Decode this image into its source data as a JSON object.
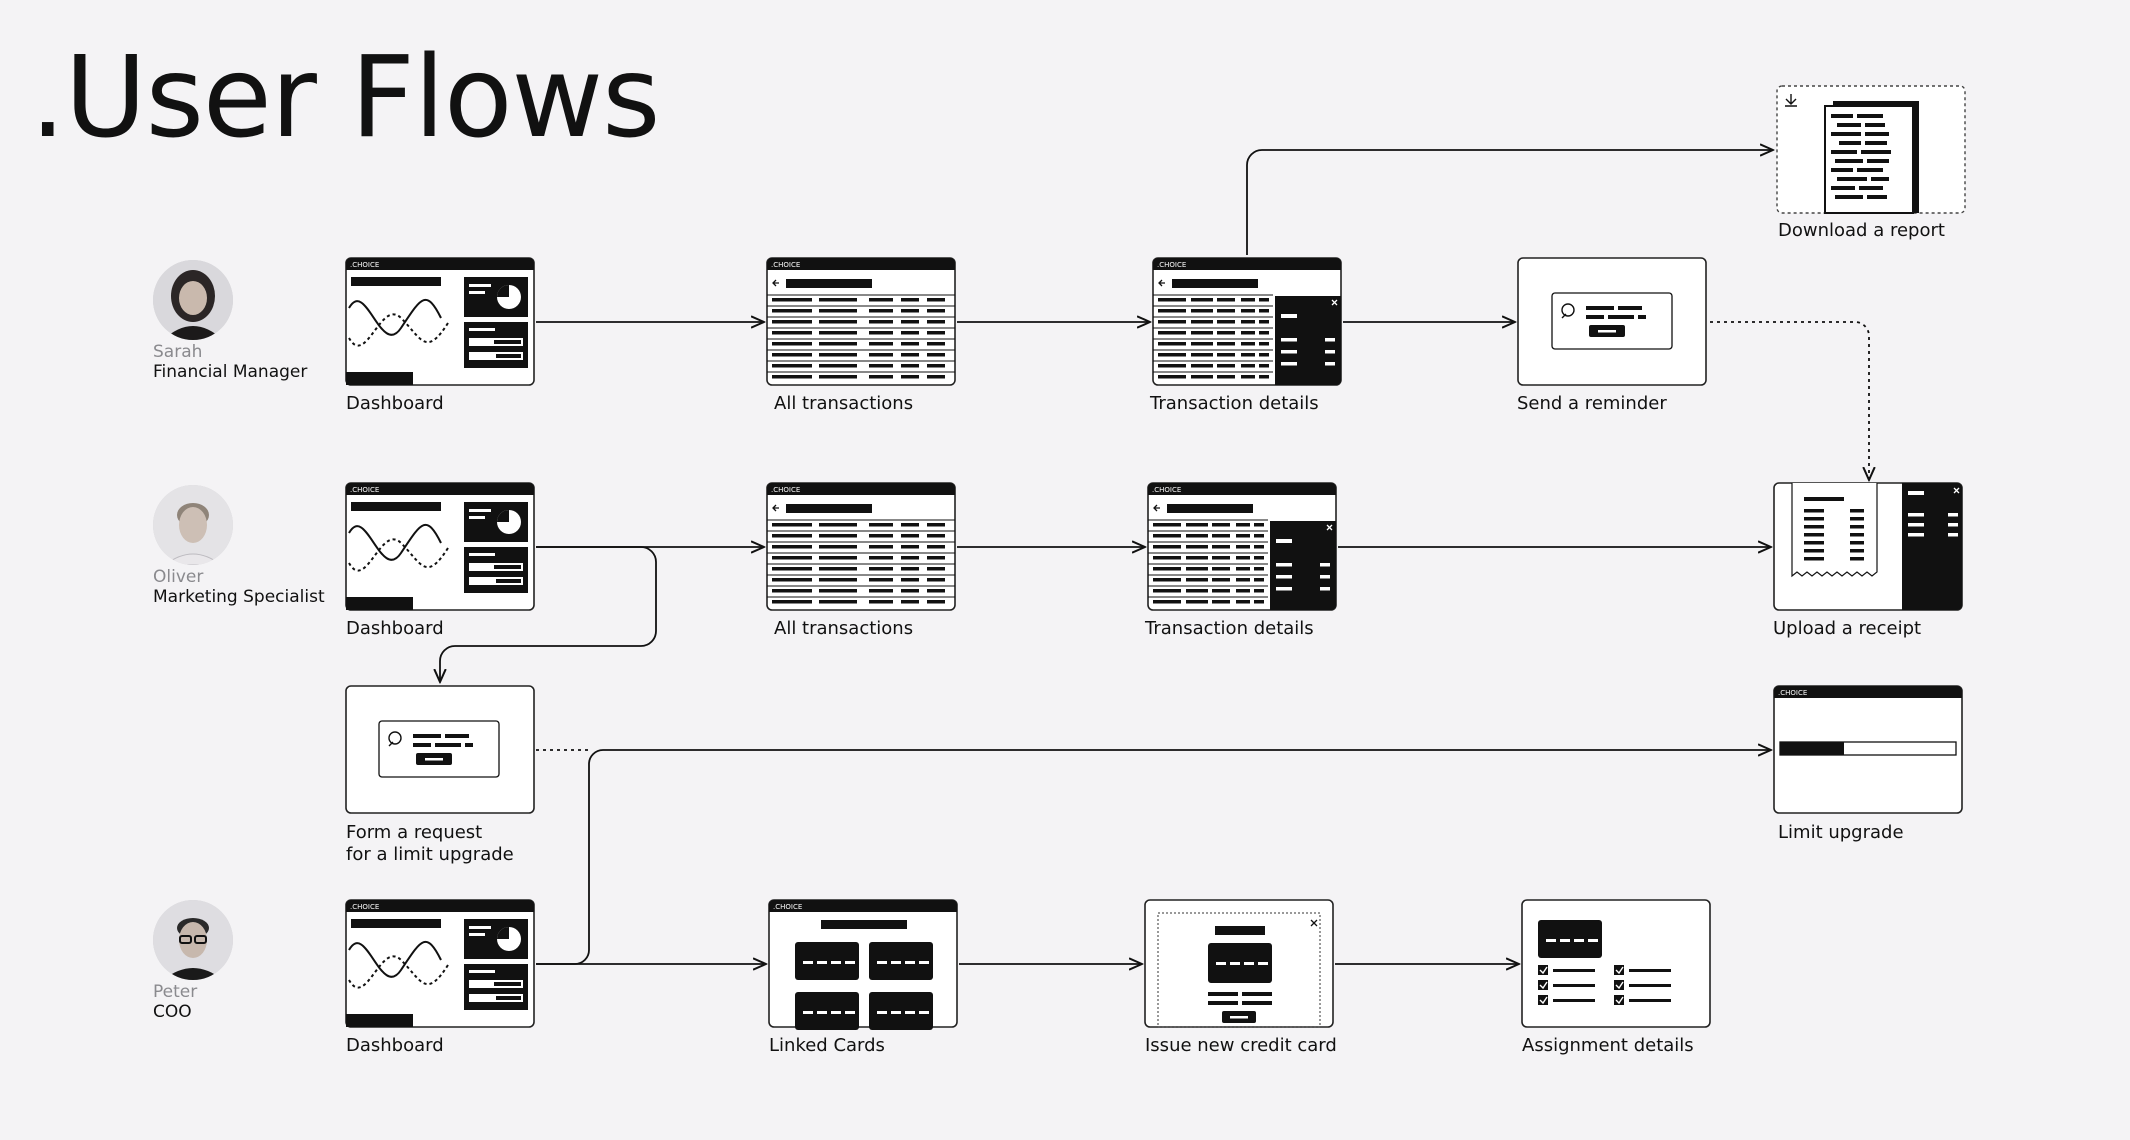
{
  "title": ".User Flows",
  "personas": [
    {
      "name": "Sarah",
      "role": "Financial Manager"
    },
    {
      "name": "Oliver",
      "role": "Marketing Specialist"
    },
    {
      "name": "Peter",
      "role": "COO"
    }
  ],
  "screens": {
    "sarah_dashboard": "Dashboard",
    "sarah_all_transactions": "All transactions",
    "sarah_transaction_details": "Transaction details",
    "send_reminder": "Send a reminder",
    "download_report": "Download a report",
    "oliver_dashboard": "Dashboard",
    "oliver_all_transactions": "All transactions",
    "oliver_transaction_details": "Transaction details",
    "upload_receipt": "Upload a receipt",
    "form_request": "Form a request\nfor a limit upgrade",
    "limit_upgrade": "Limit upgrade",
    "peter_dashboard": "Dashboard",
    "linked_cards": "Linked Cards",
    "issue_card": "Issue new credit card",
    "assignment_details": "Assignment details"
  },
  "brand": ".CHOICE"
}
